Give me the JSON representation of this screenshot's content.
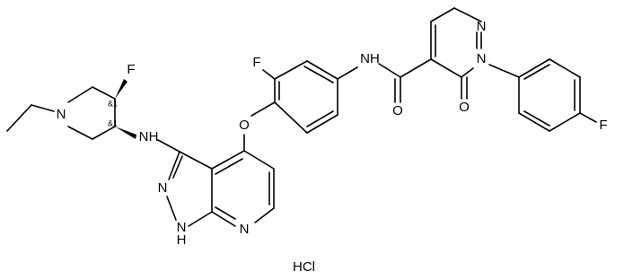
{
  "molecule": {
    "atoms": {
      "N_pip": "N",
      "F_pip": "F",
      "stereo_1": "&1",
      "stereo_2": "&1",
      "NH_link": "N",
      "H_link": "H",
      "O_ether": "O",
      "F_aryl": "F",
      "N_pyrazole": "N",
      "NH_pyrazole_N": "N",
      "NH_pyrazole_H": "H",
      "N_pyridine": "N",
      "NH_amide": "NH",
      "O_amide": "O",
      "N_pyridazine_1": "N",
      "N_pyridazine_2": "N",
      "O_pyridazinone": "O",
      "F_phenyl": "F"
    },
    "salt": "HCl"
  }
}
